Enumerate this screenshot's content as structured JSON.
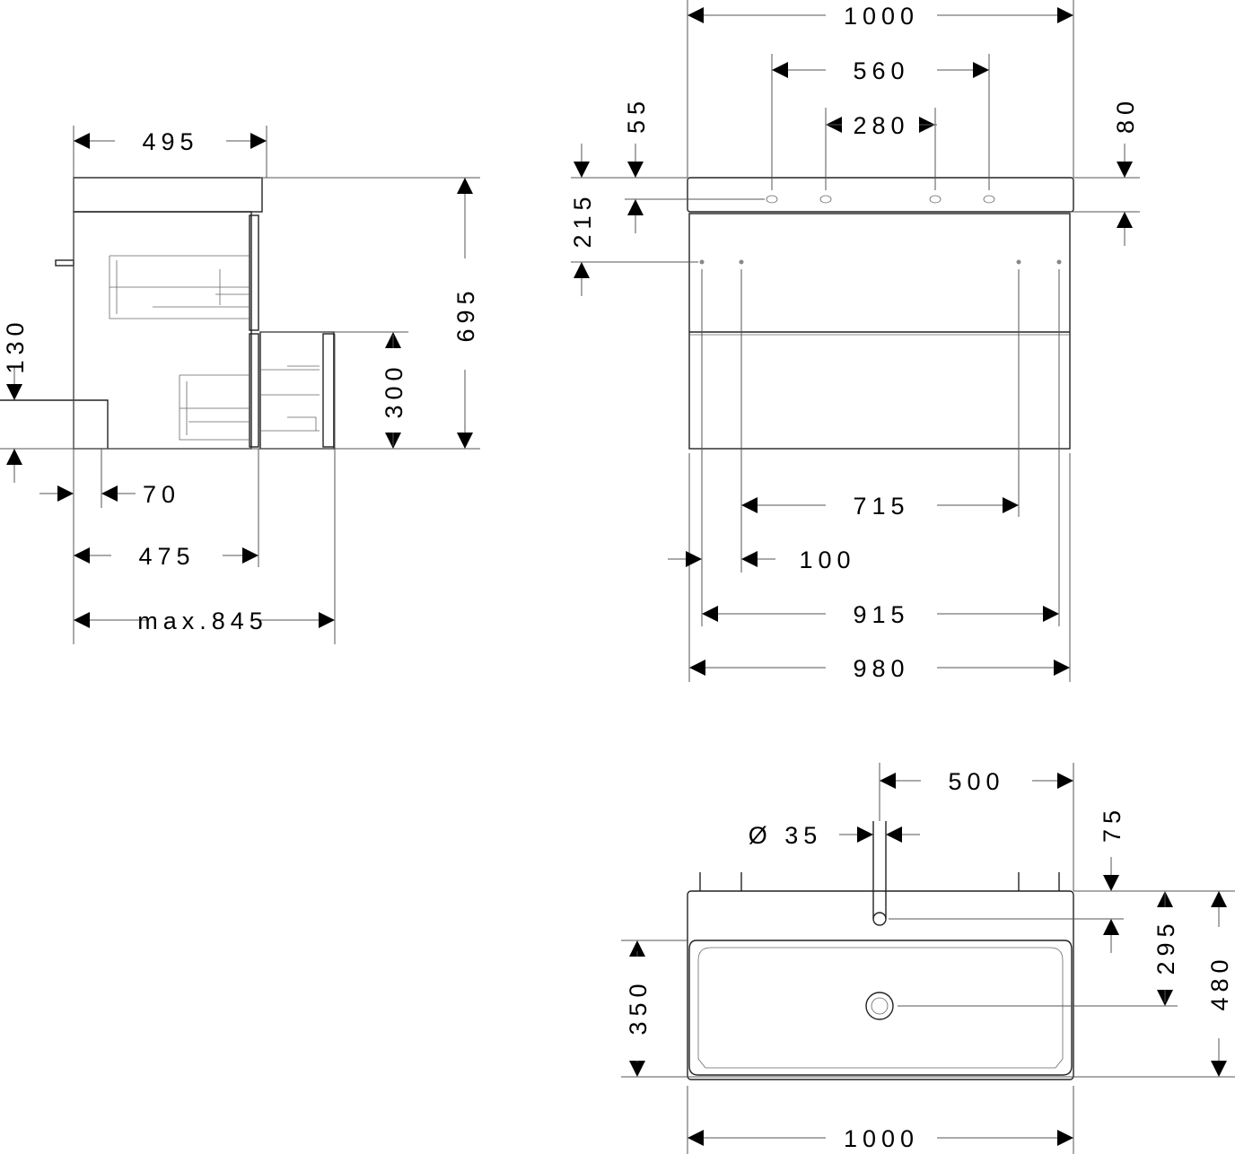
{
  "side_view": {
    "width_top": "495",
    "height_total": "695",
    "drawer_height": "300",
    "floor_clearance": "130",
    "wall_offset": "70",
    "depth_body": "475",
    "depth_drawer_open": "max.845"
  },
  "front_view": {
    "width_top": "1000",
    "tap_holes_outer": "560",
    "tap_holes_inner": "280",
    "hole_height": "55",
    "mount_height": "215",
    "top_thickness": "80",
    "mount_spacing": "715",
    "mount_offset": "100",
    "inner_width": "915",
    "body_width": "980"
  },
  "top_view": {
    "tap_center": "500",
    "tap_diameter": "Ø 35",
    "tap_depth": "75",
    "drain_depth": "295",
    "total_depth": "480",
    "bowl_depth": "350",
    "total_width": "1000"
  }
}
